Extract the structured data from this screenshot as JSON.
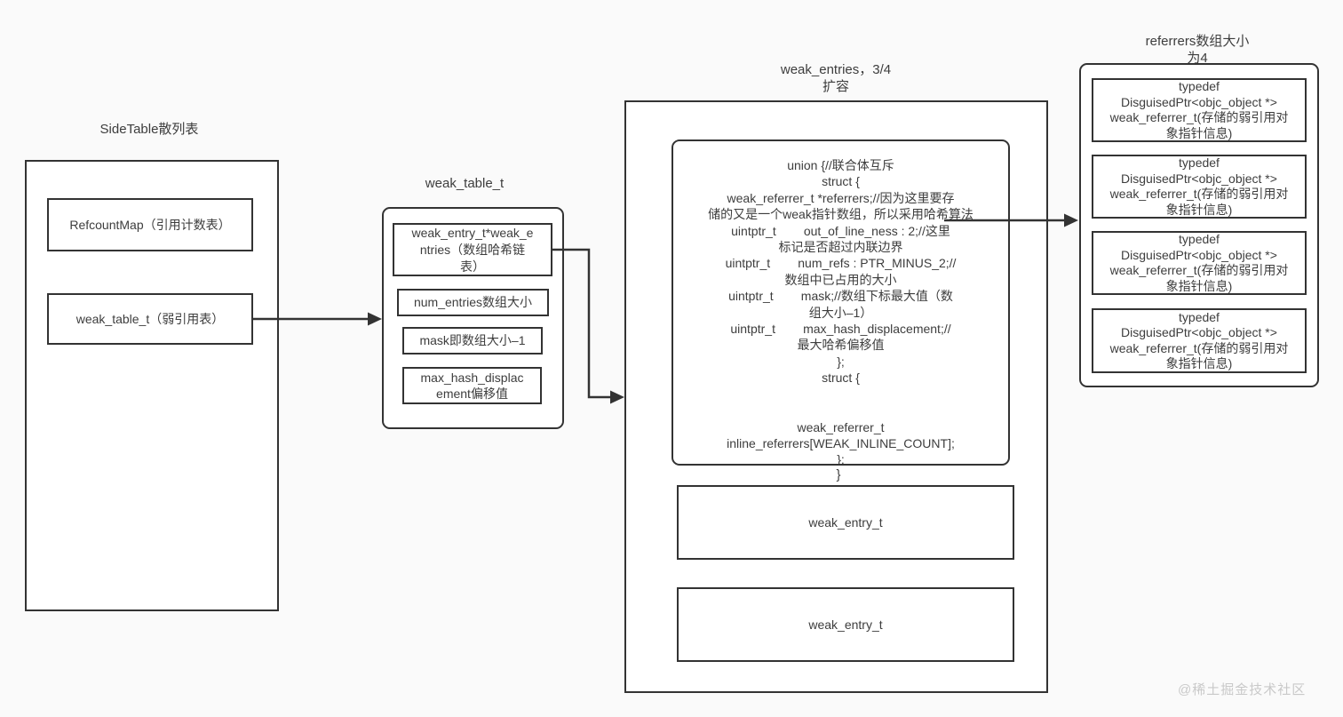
{
  "diagram": {
    "side_table": {
      "title": "SideTable散列表",
      "refcount_box": "RefcountMap（引用计数表）",
      "weak_table_box": "weak_table_t（弱引用表）"
    },
    "weak_table": {
      "title": "weak_table_t",
      "fields": [
        "weak_entry_t*weak_e\nntries（数组哈希链\n表）",
        "num_entries数组大小",
        "mask即数组大小–1",
        "max_hash_displac\nement偏移值"
      ]
    },
    "weak_entries": {
      "title": "weak_entries，3/4\n扩容",
      "code": "union {//联合体互斥\nstruct {\nweak_referrer_t *referrers;//因为这里要存\n储的又是一个weak指针数组，所以采用哈希算法\nuintptr_t        out_of_line_ness : 2;//这里\n标记是否超过内联边界\nuintptr_t        num_refs : PTR_MINUS_2;//\n数组中已占用的大小\nuintptr_t        mask;//数组下标最大值（数\n组大小–1）\nuintptr_t        max_hash_displacement;//\n最大哈希偏移值\n};\nstruct {\n\n\nweak_referrer_t\ninline_referrers[WEAK_INLINE_COUNT];\n};",
      "closing_brace": "}",
      "entry_1": "weak_entry_t",
      "entry_2": "weak_entry_t"
    },
    "referrers": {
      "title": "referrers数组大小\n为4",
      "cell_text": "typedef\nDisguisedPtr<objc_object *>\nweak_referrer_t(存储的弱引用对\n象指针信息)"
    },
    "watermark": "@稀土掘金技术社区",
    "colors": {
      "border": "#333333",
      "background": "#fafafa",
      "box_fill": "#ffffff",
      "text": "#3d3d3d",
      "watermark": "#c9c9c9"
    }
  }
}
